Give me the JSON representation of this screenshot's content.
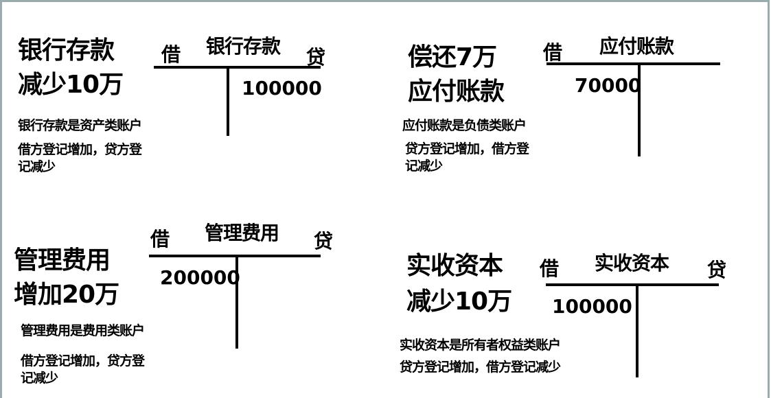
{
  "panels": [
    {
      "heading_line1": "银行存款",
      "heading_line2": "减少10万",
      "description_line1": "银行存款是资产类账户",
      "description_line2": "借方登记增加，贷方登",
      "description_line3": "记减少",
      "t_account": {
        "title": "银行存款",
        "debit_label": "借",
        "credit_label": "贷",
        "debit_amount": "",
        "credit_amount": "100000"
      }
    },
    {
      "heading_line1": "偿还7万",
      "heading_line2": "应付账款",
      "description_line1": "应付账款是负债类账户",
      "description_line2": "贷方登记增加，借方登",
      "description_line3": "记减少",
      "t_account": {
        "title": "应付账款",
        "debit_label": "借",
        "credit_label": "",
        "debit_amount": "70000",
        "credit_amount": ""
      }
    },
    {
      "heading_line1": "管理费用",
      "heading_line2": "增加20万",
      "description_line1": "管理费用是费用类账户",
      "description_line2": "借方登记增加，贷方登",
      "description_line3": "记减少",
      "t_account": {
        "title": "管理费用",
        "debit_label": "借",
        "credit_label": "贷",
        "debit_amount": "200000",
        "credit_amount": ""
      }
    },
    {
      "heading_line1": "实收资本",
      "heading_line2": "减少10万",
      "description_line1": "实收资本是所有者权益类账户",
      "description_line2": "贷方登记增加，借方登记减少",
      "t_account": {
        "title": "实收资本",
        "debit_label": "借",
        "credit_label": "贷",
        "debit_amount": "100000",
        "credit_amount": ""
      }
    }
  ],
  "colors": {
    "border": "#9aabae",
    "ink": "#000000",
    "background": "#ffffff"
  }
}
